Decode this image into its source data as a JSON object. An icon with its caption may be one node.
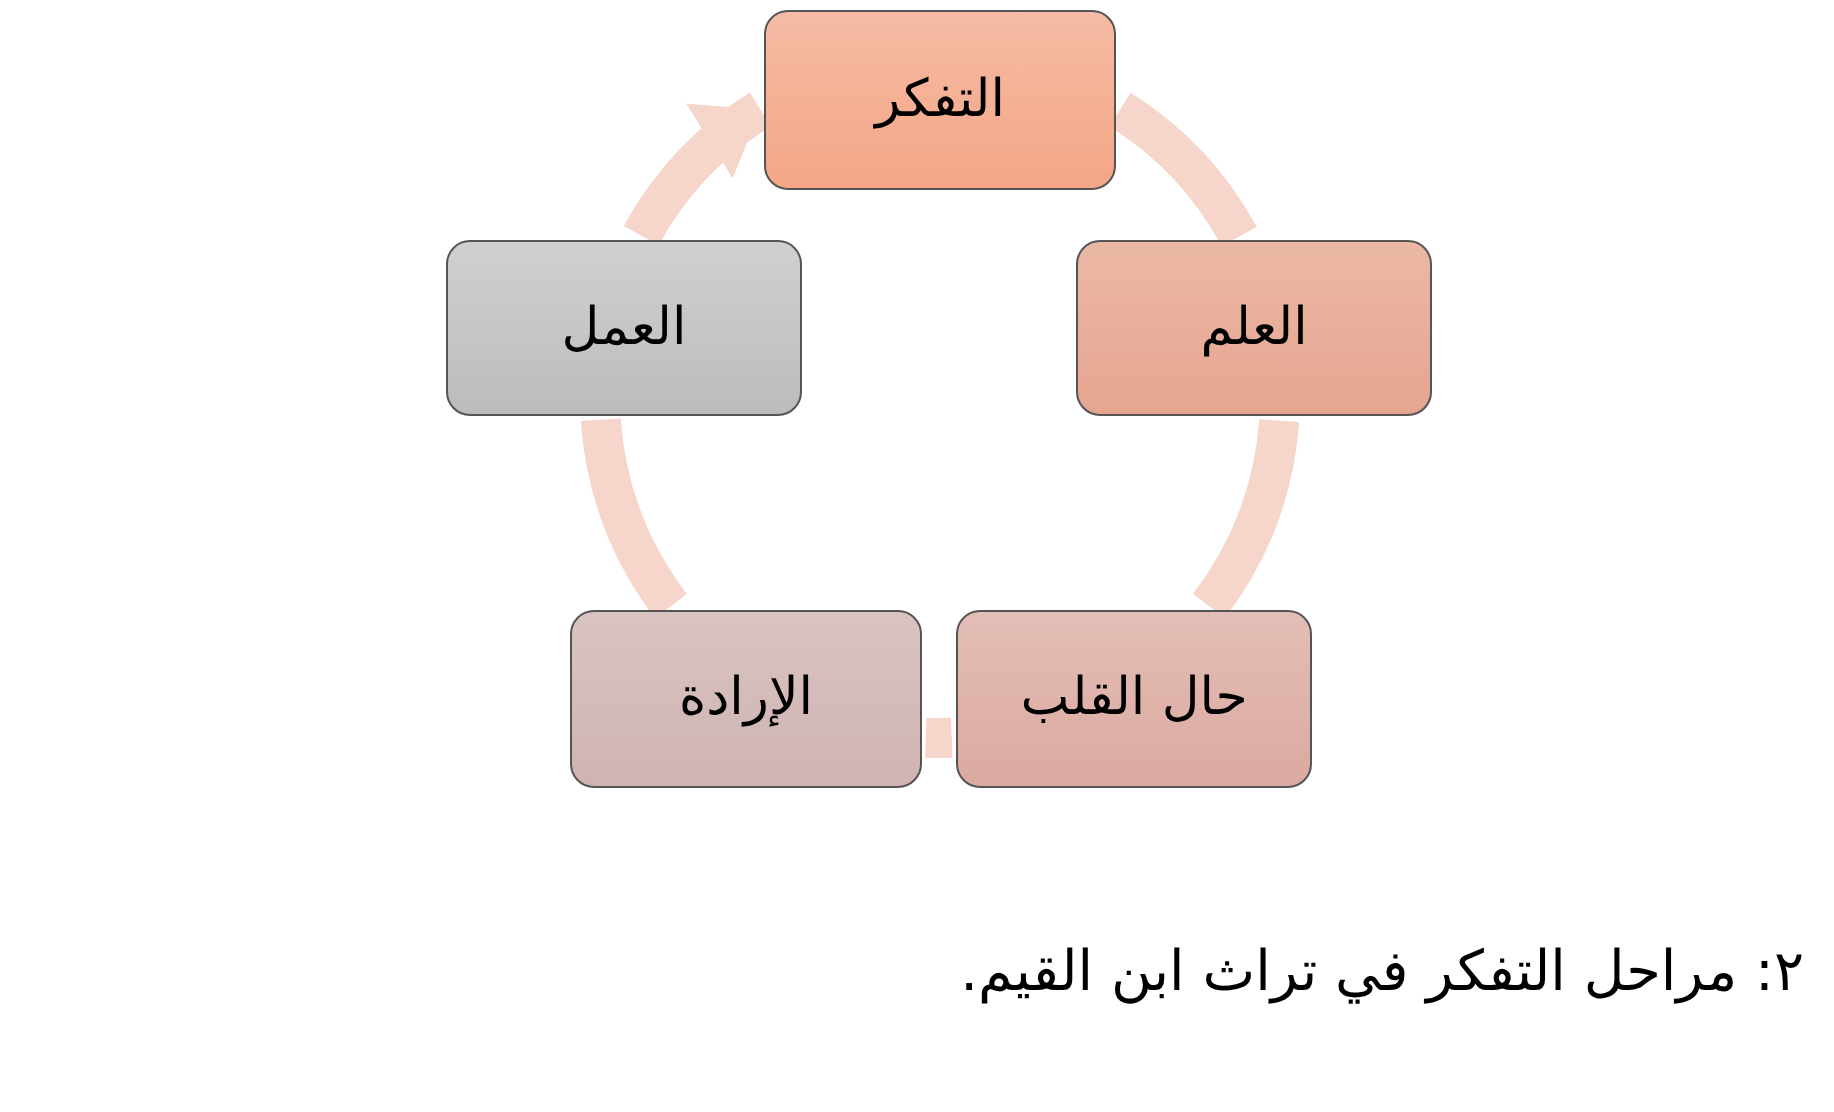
{
  "diagram": {
    "caption": "٢: مراحل التفكر في تراث ابن القيم.",
    "nodes": [
      {
        "text": [
          "التفكر"
        ]
      },
      {
        "text": [
          "العلم"
        ]
      },
      {
        "text": [
          "حال القلب"
        ]
      },
      {
        "text": [
          "الإرادة"
        ]
      },
      {
        "text": [
          "العمل"
        ]
      }
    ],
    "edges": [
      {
        "from": 0,
        "to": 1,
        "arrow": "none"
      },
      {
        "from": 1,
        "to": 2,
        "arrow": "none"
      },
      {
        "from": 2,
        "to": 3,
        "arrow": "none"
      },
      {
        "from": 3,
        "to": 4,
        "arrow": "none"
      },
      {
        "from": 4,
        "to": 0,
        "arrow": "to"
      }
    ]
  }
}
